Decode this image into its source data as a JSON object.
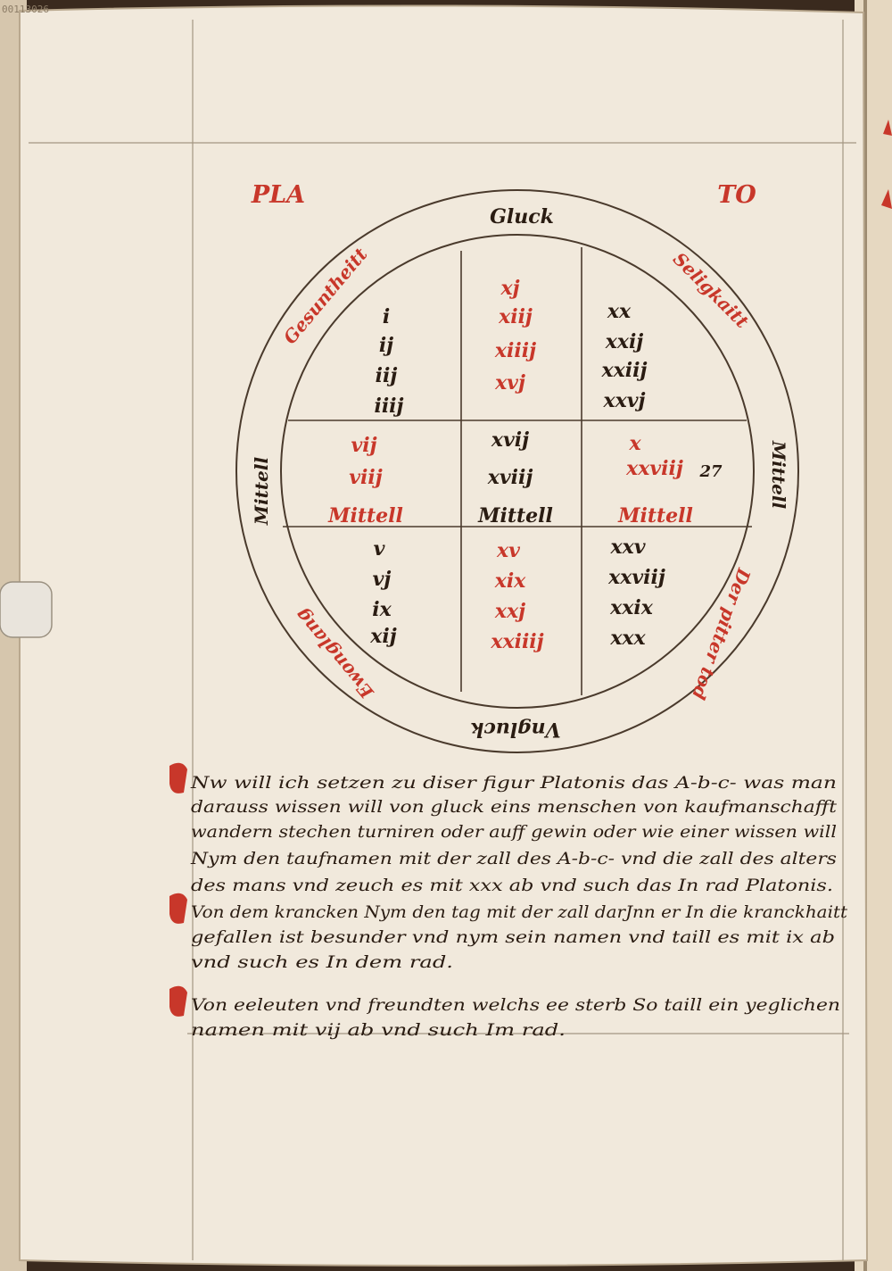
{
  "corner_id": "00113026",
  "plato": {
    "left": "PLA",
    "right": "TO"
  },
  "wheel": {
    "outer_top": "Gluck",
    "outer_bottom": "Vngluck",
    "outer_left": "Mittell",
    "outer_right": "Mittell",
    "upper_left_label": "Gesuntheitt",
    "upper_right_label": "Seligkaitt",
    "lower_right_label": "Der pitter tod",
    "lower_left_label": "Ewonglang"
  },
  "grid": {
    "top_left": [
      "i",
      "ij",
      "iij",
      "iiij"
    ],
    "top_center": [
      "xj",
      "xiij",
      "xiiij",
      "xvj"
    ],
    "top_right": [
      "xx",
      "xxij",
      "xxiij",
      "xxvj"
    ],
    "mid_left": [
      "vij",
      "viij"
    ],
    "mid_left_label": "Mittell",
    "mid_center": [
      "xvij",
      "xviij"
    ],
    "mid_center_label": "Mittell",
    "mid_right": [
      "x",
      "xxviij"
    ],
    "mid_right_note": "27",
    "mid_right_label": "Mittell",
    "bottom_left": [
      "v",
      "vj",
      "ix",
      "xij"
    ],
    "bottom_center": [
      "xv",
      "xix",
      "xxj",
      "xxiiij"
    ],
    "bottom_right": [
      "xxv",
      "xxviij",
      "xxix",
      "xxx"
    ]
  },
  "text": {
    "para1": [
      "Nw will ich setzen zu diser figur Platonis das A-b-c- was man",
      "darauss wissen will von gluck eins menschen von kaufmanschafft",
      "wandern stechen turniren oder auff gewin oder wie einer wissen will",
      "Nym den taufnamen mit der zall des A-b-c- vnd die zall des alters",
      "des mans vnd zeuch es mit xxx ab vnd such das In rad Platonis."
    ],
    "para2": [
      "Von dem krancken Nym den tag mit der zall darJnn er In die kranckhaitt",
      "gefallen ist besunder vnd nym sein namen vnd taill es mit ix ab",
      "vnd such es In dem rad."
    ],
    "para3": [
      "Von eeleuten vnd freundten welchs ee sterb So taill ein yeglichen",
      "namen mit vij ab vnd such Im rad."
    ]
  },
  "colors": {
    "ink": "#2a1c12",
    "rubric": "#c8372a",
    "parchment": "#f1e9dc"
  }
}
